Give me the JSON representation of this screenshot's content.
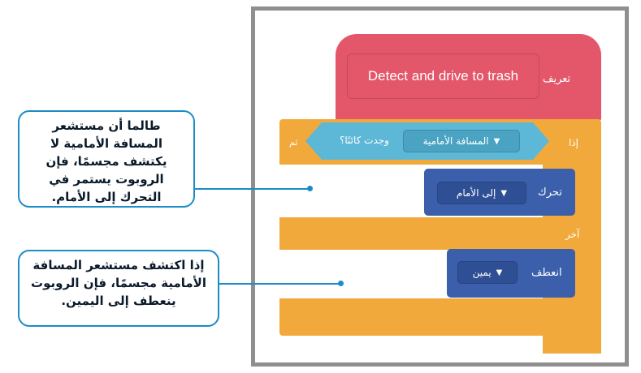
{
  "define_block": {
    "label": "تعريف",
    "name": "Detect and drive to trash"
  },
  "if_block": {
    "if_label": "إذا",
    "then_label": "ثم",
    "else_label": "آخر",
    "condition": {
      "sensor": "المسافة الأمامية",
      "text": "وجدت كائنًا؟"
    }
  },
  "move_block": {
    "label": "تحرك",
    "direction": "إلى الأمام"
  },
  "turn_block": {
    "label": "انعطف",
    "direction": "يمين"
  },
  "callouts": [
    {
      "text": "طالما أن مستشعر المسافة الأمامية لا يكتشف مجسمًا، فإن الروبوت يستمر في التحرك إلى الأمام."
    },
    {
      "text": "إذا اكتشف مستشعر المسافة الأمامية مجسمًا، فإن الروبوت ينعطف إلى اليمين."
    }
  ],
  "icons": {
    "dropdown": "caret-down-icon"
  },
  "colors": {
    "define": "#e4576b",
    "control": "#f2a93b",
    "sensing": "#5cb8d6",
    "motion": "#3b5fab",
    "callout_border": "#1c8cc7"
  }
}
